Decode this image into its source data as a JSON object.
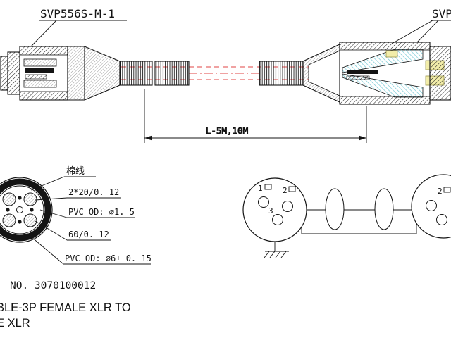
{
  "assembly": {
    "left_connector_label": "SVP556S-M-1",
    "right_connector_label": "SVP",
    "cable_length_dim": "L-5M,10M"
  },
  "cable_cross_section": {
    "label_cotton": "棉线",
    "label_conductor": "2*20/0. 12",
    "label_pvc_inner": "PVC OD: ∅1. 5",
    "label_shield": "60/0. 12",
    "label_pvc_outer": "PVC OD: ∅6± 0. 15"
  },
  "wiring": {
    "left_pin1": "1",
    "left_pin2": "2",
    "left_pin3": "3",
    "right_pin2": "2"
  },
  "footer": {
    "part_number": "NO. 3070100012",
    "description_line1": "BLE-3P FEMALE XLR TO",
    "description_line2": "E XLR"
  },
  "colors": {
    "centerline_red": "#e86a6a",
    "highlight_cyan": "#6cc5d2",
    "highlight_yellow": "#f2eda9",
    "line_black": "#141414"
  }
}
